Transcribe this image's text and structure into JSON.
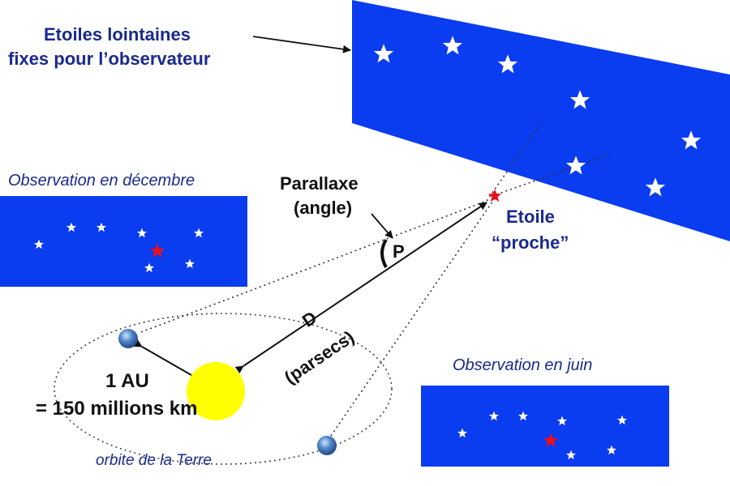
{
  "colors": {
    "panel_blue": "#0a3cf0",
    "label_navy": "#1a2a8c",
    "sun_yellow": "#ffff00",
    "near_star_red": "#e8101c",
    "line_black": "#111111"
  },
  "labels": {
    "distant_stars_line1": "Etoiles lointaines",
    "distant_stars_line2": "fixes pour l’observateur",
    "obs_december": "Observation en décembre",
    "obs_june": "Observation en juin",
    "parallax_line1": "Parallaxe",
    "parallax_line2": "(angle)",
    "parallax_symbol": "P",
    "near_star_line1": "Etoile",
    "near_star_line2": "“proche”",
    "distance_symbol": "D",
    "distance_unit": "(parsecs)",
    "au_line1": "1 AU",
    "au_line2": "= 150 millions km",
    "orbit": "orbite de la Terre"
  },
  "icons": {
    "sun": "sun-icon",
    "earth": "earth-icon",
    "white_star": "white-star-icon",
    "near_star": "red-star-icon"
  }
}
